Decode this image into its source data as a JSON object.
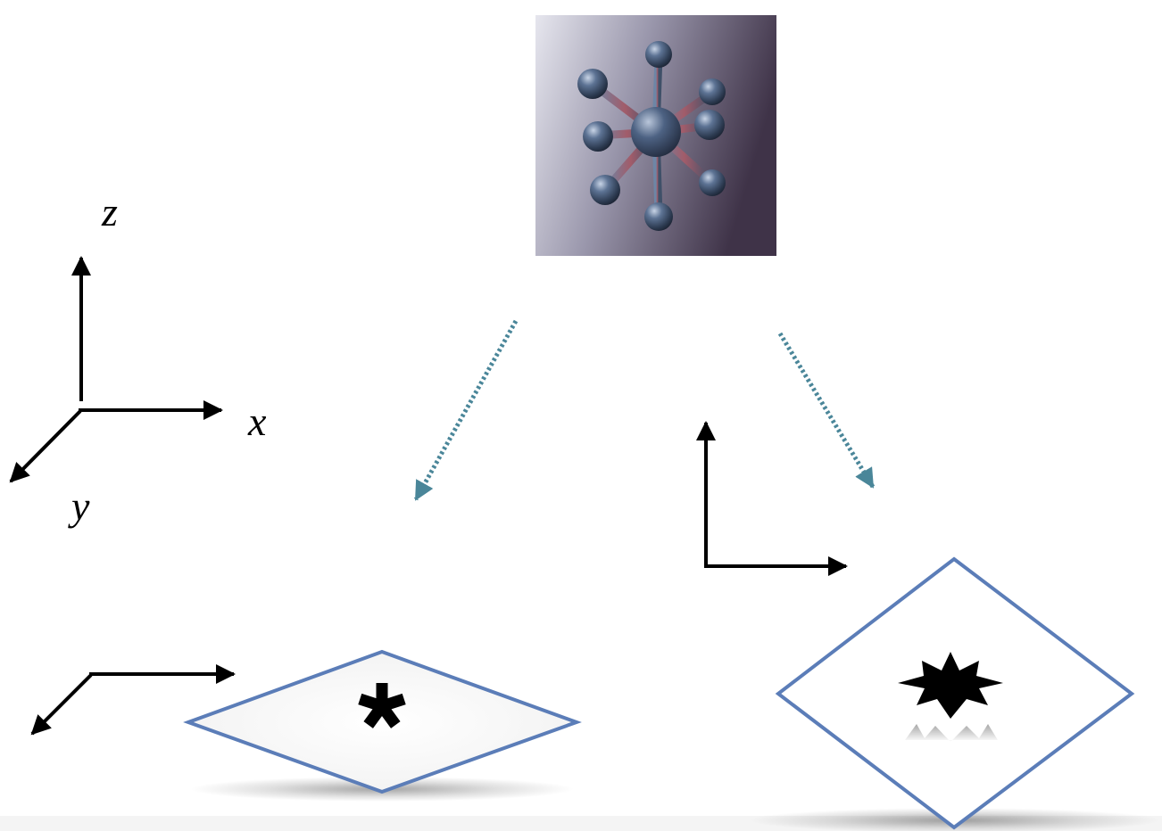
{
  "axis_labels": {
    "z": "z",
    "x": "x",
    "y": "y"
  },
  "colors": {
    "plane_outline": "#5B7DB8",
    "arrow": "#000000",
    "projection_arrow": "#4A8699",
    "molecule_background_light": "#E4E4EC",
    "molecule_background_dark": "#3E3247",
    "sphere": "#4A5E78",
    "bond_accent": "#B0505A"
  },
  "icons": {
    "molecule": "molecule-image-icon",
    "left_mark": "asterisk-icon",
    "right_mark": "starburst-icon"
  }
}
